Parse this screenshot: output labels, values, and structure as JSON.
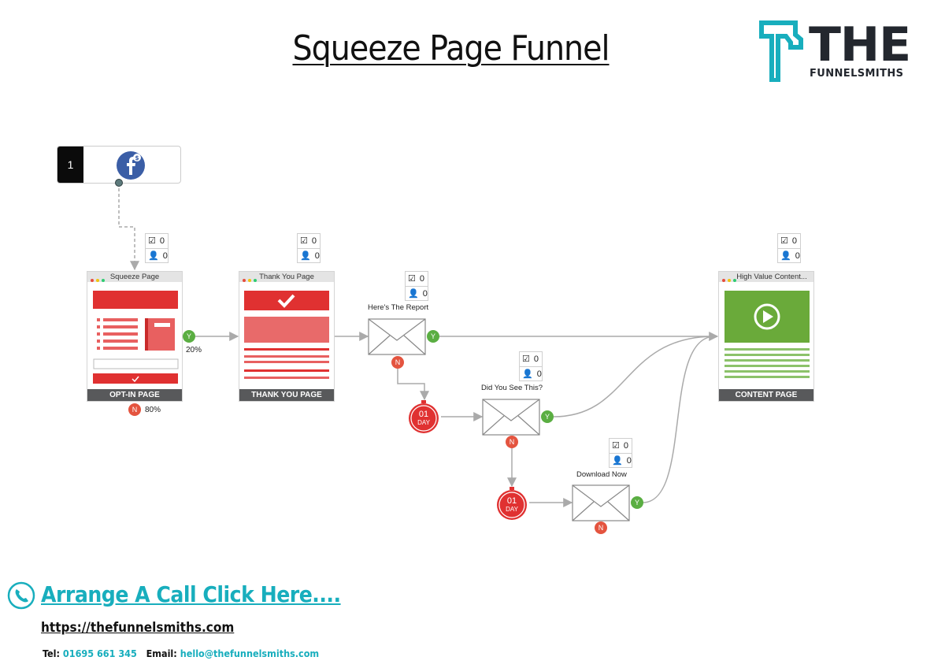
{
  "title": "Squeeze Page Funnel",
  "logo": {
    "word": "THE",
    "sub": "FUNNELSMITHS",
    "accent": "#18aebd",
    "dark": "#23272e"
  },
  "source": {
    "number": "1",
    "icon": "facebook-ads-icon"
  },
  "pages": [
    {
      "title": "Squeeze Page",
      "footer": "OPT-IN PAGE",
      "checks": "0",
      "people": "0"
    },
    {
      "title": "Thank You Page",
      "footer": "THANK YOU PAGE",
      "checks": "0",
      "people": "0"
    },
    {
      "title": "High Value Content...",
      "footer": "CONTENT PAGE",
      "checks": "0",
      "people": "0"
    }
  ],
  "emails": [
    {
      "label": "Here's The Report",
      "checks": "0",
      "people": "0"
    },
    {
      "label": "Did You See This?",
      "checks": "0",
      "people": "0"
    },
    {
      "label": "Download Now",
      "checks": "0",
      "people": "0"
    }
  ],
  "delays": [
    {
      "top": "01",
      "bottom": "DAY"
    },
    {
      "top": "01",
      "bottom": "DAY"
    }
  ],
  "branches": {
    "yes": "Y",
    "no": "N",
    "yes_pct": "20%",
    "no_pct": "80%"
  },
  "footer": {
    "cta": "Arrange A Call Click Here....",
    "site": "https://thefunnelsmiths.com",
    "tel_label": "Tel:",
    "tel": "01695 661 345",
    "email_label": "Email:",
    "email": "hello@thefunnelsmiths.com"
  },
  "colors": {
    "red": "#e03131",
    "green": "#6aaa3a",
    "yes_green": "#5aae42",
    "no_red": "#e4543f",
    "line": "#aaaaaa"
  }
}
